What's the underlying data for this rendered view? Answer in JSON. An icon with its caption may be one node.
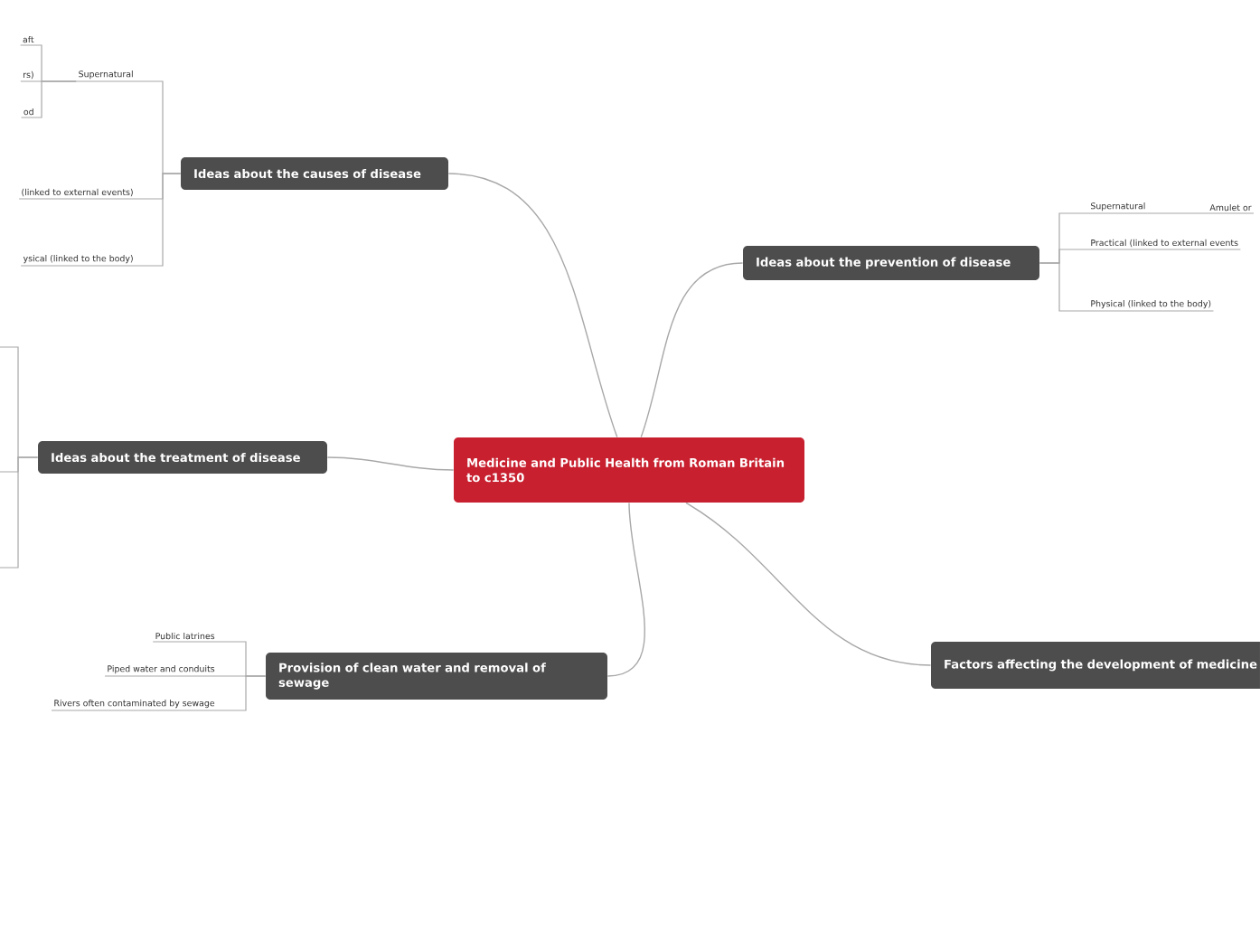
{
  "diagram": {
    "nodes": [
      {
        "text": [
          "Medicine and Public Health from Roman Britain to c1350"
        ]
      },
      {
        "text": [
          "Ideas about the causes of disease"
        ]
      },
      {
        "text": [
          "Supernatural"
        ]
      },
      {
        "text": [
          "aft"
        ]
      },
      {
        "text": [
          "rs)"
        ]
      },
      {
        "text": [
          "od"
        ]
      },
      {
        "text": [
          "(linked to external events)"
        ]
      },
      {
        "text": [
          "ysical (linked to the body)"
        ]
      },
      {
        "text": [
          "Ideas about the prevention of disease"
        ]
      },
      {
        "text": [
          "Supernatural"
        ]
      },
      {
        "text": [
          "Amulet or"
        ]
      },
      {
        "text": [
          "Practical (linked to external events"
        ]
      },
      {
        "text": [
          "Physical (linked to the body)"
        ]
      },
      {
        "text": [
          "Ideas about the treatment of disease"
        ]
      },
      {
        "text": [
          "Provision of clean water and removal of sewage"
        ]
      },
      {
        "text": [
          "Public latrines"
        ]
      },
      {
        "text": [
          "Piped water and conduits"
        ]
      },
      {
        "text": [
          "Rivers often contaminated by sewage"
        ]
      },
      {
        "text": [
          "Factors affecting the development of medicine"
        ]
      }
    ],
    "edges": [
      {
        "from": 0,
        "to": 1,
        "arrow": "none"
      },
      {
        "from": 0,
        "to": 8,
        "arrow": "none"
      },
      {
        "from": 0,
        "to": 13,
        "arrow": "none"
      },
      {
        "from": 0,
        "to": 14,
        "arrow": "none"
      },
      {
        "from": 0,
        "to": 18,
        "arrow": "none"
      },
      {
        "from": 1,
        "to": 2,
        "arrow": "none"
      },
      {
        "from": 1,
        "to": 6,
        "arrow": "none"
      },
      {
        "from": 1,
        "to": 7,
        "arrow": "none"
      },
      {
        "from": 2,
        "to": 3,
        "arrow": "none"
      },
      {
        "from": 2,
        "to": 4,
        "arrow": "none"
      },
      {
        "from": 2,
        "to": 5,
        "arrow": "none"
      },
      {
        "from": 8,
        "to": 9,
        "arrow": "none"
      },
      {
        "from": 8,
        "to": 11,
        "arrow": "none"
      },
      {
        "from": 8,
        "to": 12,
        "arrow": "none"
      },
      {
        "from": 9,
        "to": 10,
        "arrow": "none"
      },
      {
        "from": 13,
        "to": null,
        "arrow": "none"
      },
      {
        "from": 13,
        "to": null,
        "arrow": "none"
      },
      {
        "from": 13,
        "to": null,
        "arrow": "none"
      },
      {
        "from": 14,
        "to": 15,
        "arrow": "none"
      },
      {
        "from": 14,
        "to": 16,
        "arrow": "none"
      },
      {
        "from": 14,
        "to": 17,
        "arrow": "none"
      }
    ]
  }
}
